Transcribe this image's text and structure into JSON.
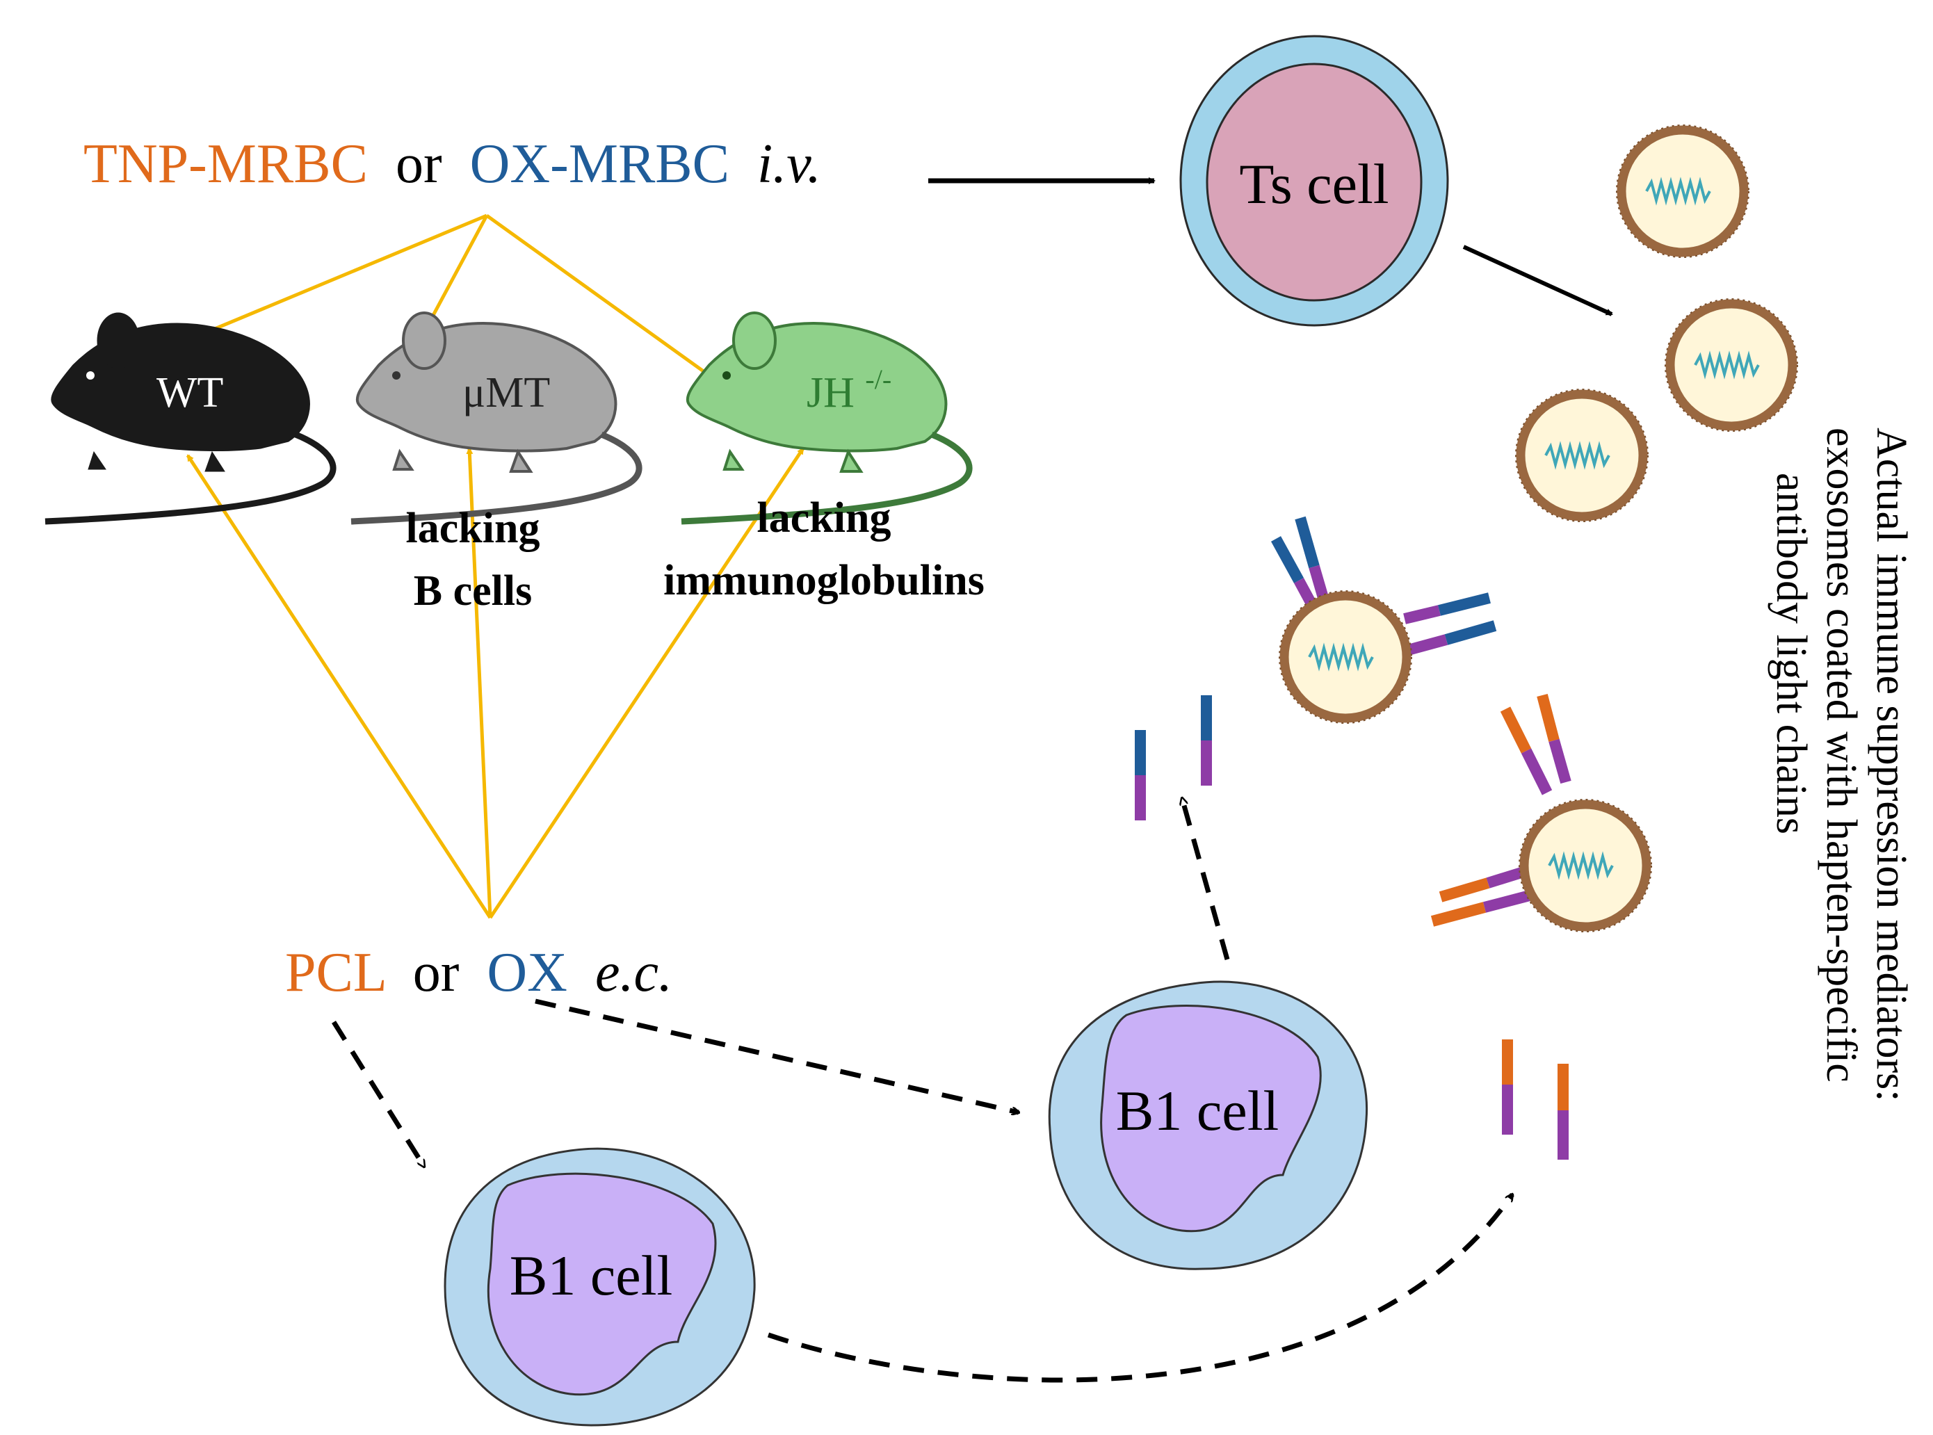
{
  "colors": {
    "orange": "#E06A1B",
    "blue": "#1F5C99",
    "yellow": "#F5B800",
    "black": "#000000",
    "purple": "#8E3CA6",
    "ts_outer": "#9FD3EA",
    "ts_inner": "#D9A3B8",
    "b1_outer": "#B5D7EE",
    "b1_inner": "#C9B0F7",
    "exosome_fill": "#FFF6D9",
    "exosome_rim": "#9A6840",
    "rna": "#3FA7B8",
    "mouse_wt": "#1a1a1a",
    "mouse_umt": "#A7A7A7",
    "mouse_jh": "#8FD18A",
    "mouse_jh_text": "#2E7D32"
  },
  "top_label": {
    "antigen_1": "TNP-MRBC",
    "or": "or",
    "antigen_2": "OX-MRBC",
    "route": "i.v."
  },
  "bottom_label": {
    "antigen_1": "PCL",
    "or": "or",
    "antigen_2": "OX",
    "route": "e.c."
  },
  "mice": {
    "wt": "WT",
    "umt": "μMT",
    "jh_base": "JH",
    "jh_sup": "-/-",
    "umt_caption_1": "lacking",
    "umt_caption_2": "B cells",
    "jh_caption_1": "lacking",
    "jh_caption_2": "immunoglobulins"
  },
  "cells": {
    "ts": "Ts cell",
    "b1_right": "B1 cell",
    "b1_left": "B1 cell"
  },
  "side_text": {
    "line_1": "Actual immune suppression mediators:",
    "line_2": "exosomes coated with hapten-specific",
    "line_3": "antibody light chains"
  },
  "icons": {
    "mouse": "mouse-icon",
    "exosome": "exosome-icon",
    "light_chain": "antibody-light-chain-icon"
  }
}
